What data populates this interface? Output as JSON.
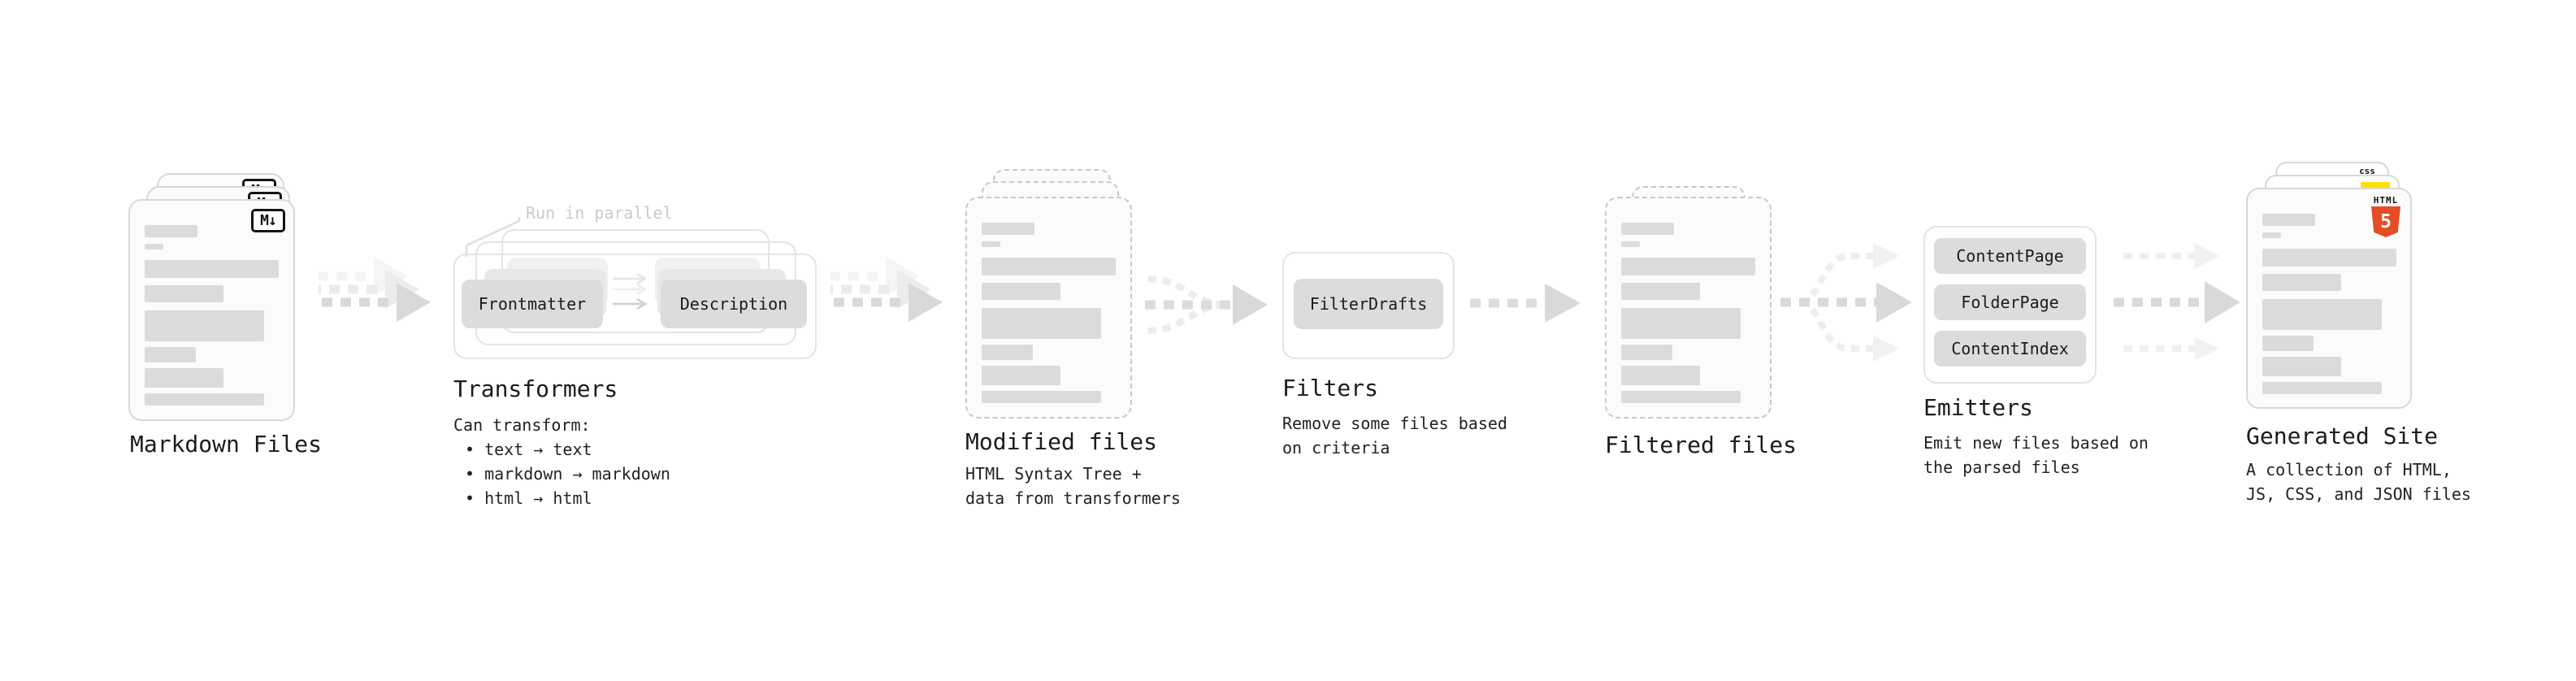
{
  "nodes": {
    "markdown_files": {
      "title": "Markdown Files",
      "badge": "M↓"
    },
    "transformers": {
      "annotation": "Run in parallel",
      "pill_frontmatter": "Frontmatter",
      "pill_description": "Description",
      "title": "Transformers",
      "desc_heading": "Can transform:",
      "bullets": [
        "• text → text",
        "• markdown → markdown",
        "• html → html"
      ]
    },
    "modified_files": {
      "title": "Modified files",
      "desc": [
        "HTML Syntax Tree +",
        "data from transformers"
      ]
    },
    "filters": {
      "title": "Filters",
      "pill": "FilterDrafts",
      "desc": [
        "Remove some files based",
        "on criteria"
      ]
    },
    "filtered_files": {
      "title": "Filtered files"
    },
    "emitters": {
      "title": "Emitters",
      "pills": [
        "ContentPage",
        "FolderPage",
        "ContentIndex"
      ],
      "desc": [
        "Emit new files based on",
        "the parsed files"
      ]
    },
    "generated_site": {
      "title": "Generated Site",
      "desc": [
        "A collection of HTML,",
        "JS, CSS, and JSON files"
      ],
      "css_badge": "css",
      "html_badge_label": "HTML",
      "html_badge_number": "5"
    }
  },
  "colors": {
    "html5_orange": "#e44d26",
    "js_yellow": "#ffe000",
    "css_blue": "#2965f1",
    "arrow_gray": "#d9d9d9",
    "arrow_light": "#ededed",
    "skeleton_gray": "#dbdbdb",
    "card_border": "#d8d8d8",
    "annotation_gray": "#cbcbcb"
  }
}
